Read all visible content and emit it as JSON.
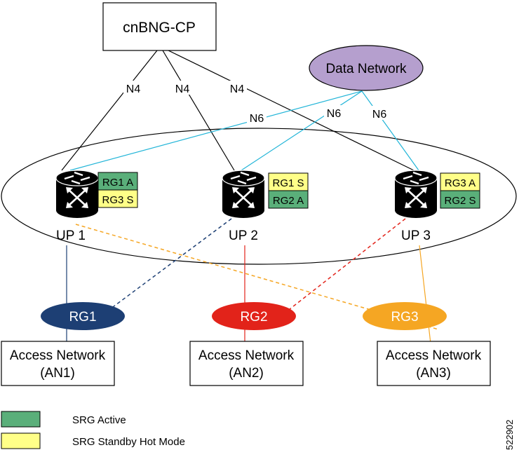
{
  "control_plane": {
    "label": "cnBNG-CP"
  },
  "data_network": {
    "label": "Data Network",
    "fill": "#b59fce"
  },
  "interfaces": {
    "n4": "N4",
    "n6": "N6"
  },
  "user_planes": [
    {
      "label": "UP 1",
      "rg_top": "RG1 A",
      "rg_bottom": "RG3 S"
    },
    {
      "label": "UP 2",
      "rg_top": "RG1 S",
      "rg_bottom": "RG2 A"
    },
    {
      "label": "UP 3",
      "rg_top": "RG3 A",
      "rg_bottom": "RG2 S"
    }
  ],
  "redundancy_groups": [
    {
      "label": "RG1",
      "color": "#1d3f74"
    },
    {
      "label": "RG2",
      "color": "#e2231a"
    },
    {
      "label": "RG3",
      "color": "#f5a623"
    }
  ],
  "access_networks": [
    {
      "line1": "Access Network",
      "line2": "(AN1)"
    },
    {
      "line1": "Access Network",
      "line2": "(AN2)"
    },
    {
      "line1": "Access Network",
      "line2": "(AN3)"
    }
  ],
  "legend": {
    "active": {
      "label": "SRG Active",
      "color": "#5aaf7a"
    },
    "standby": {
      "label": "SRG Standby Hot Mode",
      "color": "#ffff88"
    }
  },
  "figure_id": "522902",
  "colors": {
    "n6_link": "#22b5d8"
  }
}
